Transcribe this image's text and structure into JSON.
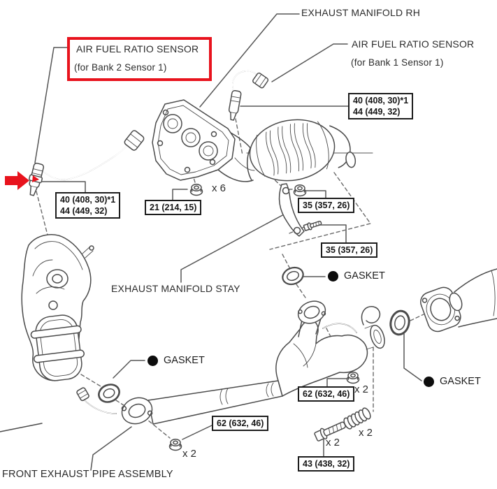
{
  "labels": {
    "exhaust_manifold_rh": "EXHAUST MANIFOLD RH",
    "afr_sensor": "AIR FUEL RATIO SENSOR",
    "afr_bank2_sub": "(for Bank 2 Sensor 1)",
    "afr_bank1_sub": "(for Bank 1 Sensor 1)",
    "exhaust_manifold_stay": "EXHAUST MANIFOLD STAY",
    "front_exhaust_pipe_assembly": "FRONT EXHAUST PIPE ASSEMBLY",
    "gasket": "GASKET"
  },
  "torque_boxes": {
    "afr_right_l1": "40 (408, 30)*1",
    "afr_right_l2": "44 (449, 32)",
    "afr_left_l1": "40 (408, 30)*1",
    "afr_left_l2": "44 (449, 32)",
    "manifold_nut": "21 (214, 15)",
    "stay_upper": "35 (357, 26)",
    "stay_lower": "35 (357, 26)",
    "pipe_flange_upper": "62 (632, 46)",
    "pipe_flange_lower": "62 (632, 46)",
    "compression_bolt": "43 (438, 32)"
  },
  "quantities": {
    "manifold_nuts": "x 6",
    "pipe_nuts_upper": "x 2",
    "pipe_nuts_lower": "x 2",
    "springs": "x 2",
    "bolts": "x 2"
  },
  "colors": {
    "highlight": "#e8131d",
    "line": "#4b4b4b",
    "text": "#2b2b2b"
  }
}
